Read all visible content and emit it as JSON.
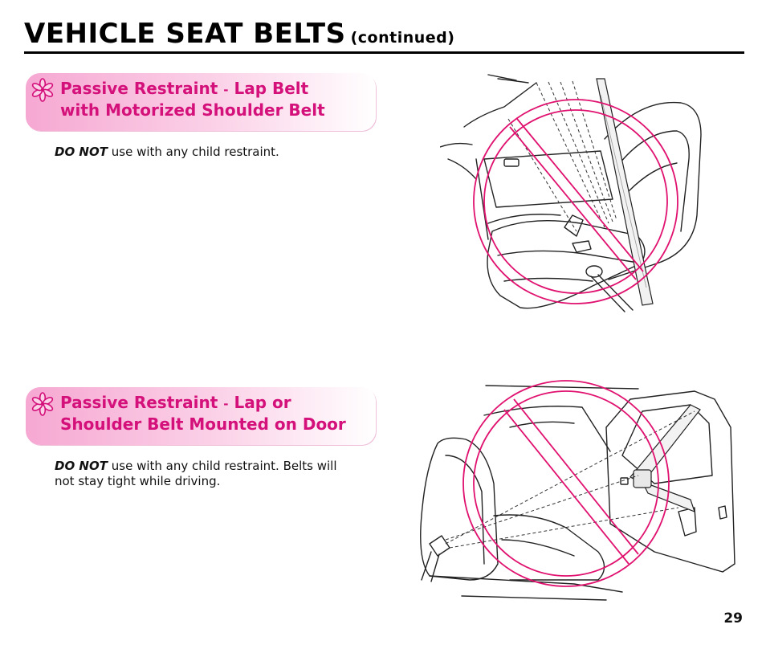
{
  "header": {
    "title": "VEHICLE SEAT BELTS",
    "subtitle": "(continued)"
  },
  "sections": [
    {
      "heading_part1": "Passive Restraint",
      "heading_sep": "-",
      "heading_part2": "Lap Belt",
      "heading_line2": "with Motorized Shoulder Belt",
      "warning": "DO NOT",
      "text_line1": "use with any child restraint.",
      "text_line2": ""
    },
    {
      "heading_part1": "Passive Restraint",
      "heading_sep": "-",
      "heading_part2": "Lap or",
      "heading_line2": "Shoulder Belt Mounted on Door",
      "warning": "DO NOT",
      "text_line1": "use with any child restraint. Belts will",
      "text_line2": "not stay tight while driving."
    }
  ],
  "icons": {
    "bullet": "pink-asterisk-flower-icon",
    "prohibited": "prohibition-circle-icon"
  },
  "colors": {
    "accent": "#d4107a",
    "banner_start": "#f6a8d2",
    "prohibition": "#e0116f"
  },
  "page_number": "29"
}
